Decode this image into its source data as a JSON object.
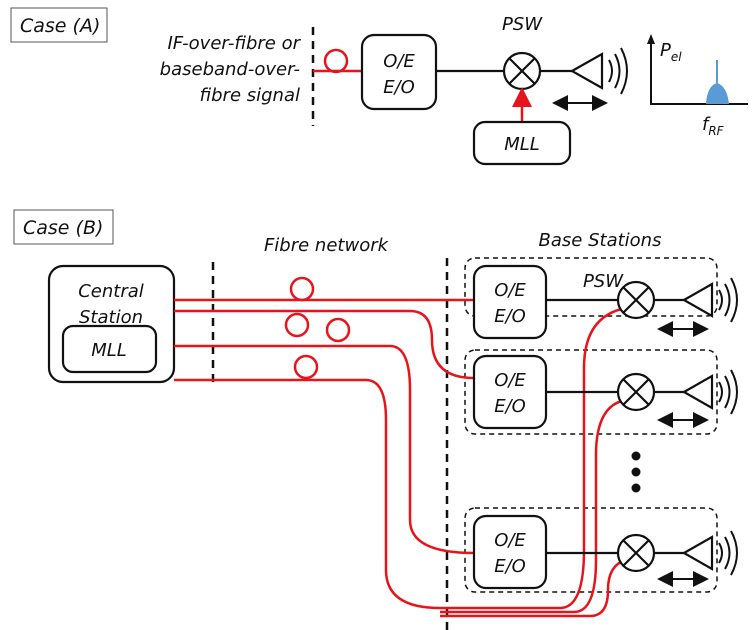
{
  "case_a": {
    "label": "Case (A)",
    "signal_lines": [
      "IF-over-fibre or",
      "baseband-over-",
      "fibre signal"
    ],
    "oe_top": "O/E",
    "oe_bottom": "E/O",
    "psw_label": "PSW",
    "mll_label": "MLL",
    "spectrum": {
      "y_axis_main": "P",
      "y_axis_sub": "el",
      "x_axis_main": "f",
      "x_axis_sub": "RF"
    }
  },
  "case_b": {
    "label": "Case (B)",
    "fibre_network_label": "Fibre network",
    "base_stations_label": "Base Stations",
    "central_station_lines": [
      "Central",
      "Station"
    ],
    "mll_label": "MLL",
    "psw_label": "PSW",
    "oe_top": "O/E",
    "oe_bottom": "E/O"
  },
  "colors": {
    "fibre": "#e8141b",
    "stroke": "#111111",
    "spectrum": "#5b9bd5"
  },
  "icons": [
    "fibre-coil-icon",
    "mixer-icon",
    "antenna-icon",
    "radio-waves-icon",
    "double-arrow-icon",
    "spectrum-icon",
    "ellipsis-dots-icon"
  ]
}
